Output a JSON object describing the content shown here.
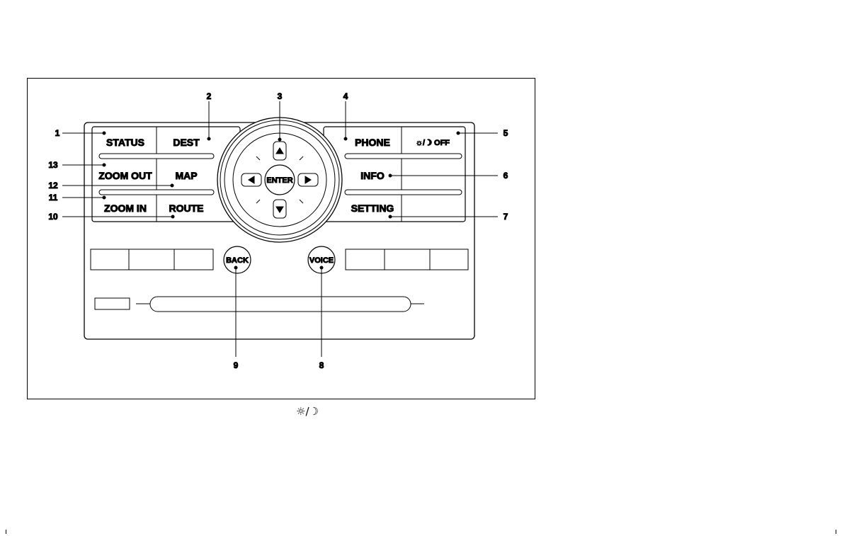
{
  "panel": {
    "left_buttons": [
      {
        "label": "STATUS"
      },
      {
        "label": "DEST"
      },
      {
        "label": "ZOOM OUT"
      },
      {
        "label": "MAP"
      },
      {
        "label": "ZOOM IN"
      },
      {
        "label": "ROUTE"
      }
    ],
    "right_buttons": [
      {
        "label": "PHONE"
      },
      {
        "label": "☼/☽ OFF"
      },
      {
        "label": "INFO"
      },
      {
        "label": "SETTING"
      }
    ],
    "dial": {
      "center_label": "ENTER"
    },
    "back_label": "BACK",
    "voice_label": "VOICE"
  },
  "callouts": [
    "1",
    "2",
    "3",
    "4",
    "5",
    "6",
    "7",
    "8",
    "9",
    "10",
    "11",
    "12",
    "13"
  ],
  "caption": {
    "icon_text": "☼/☽"
  }
}
